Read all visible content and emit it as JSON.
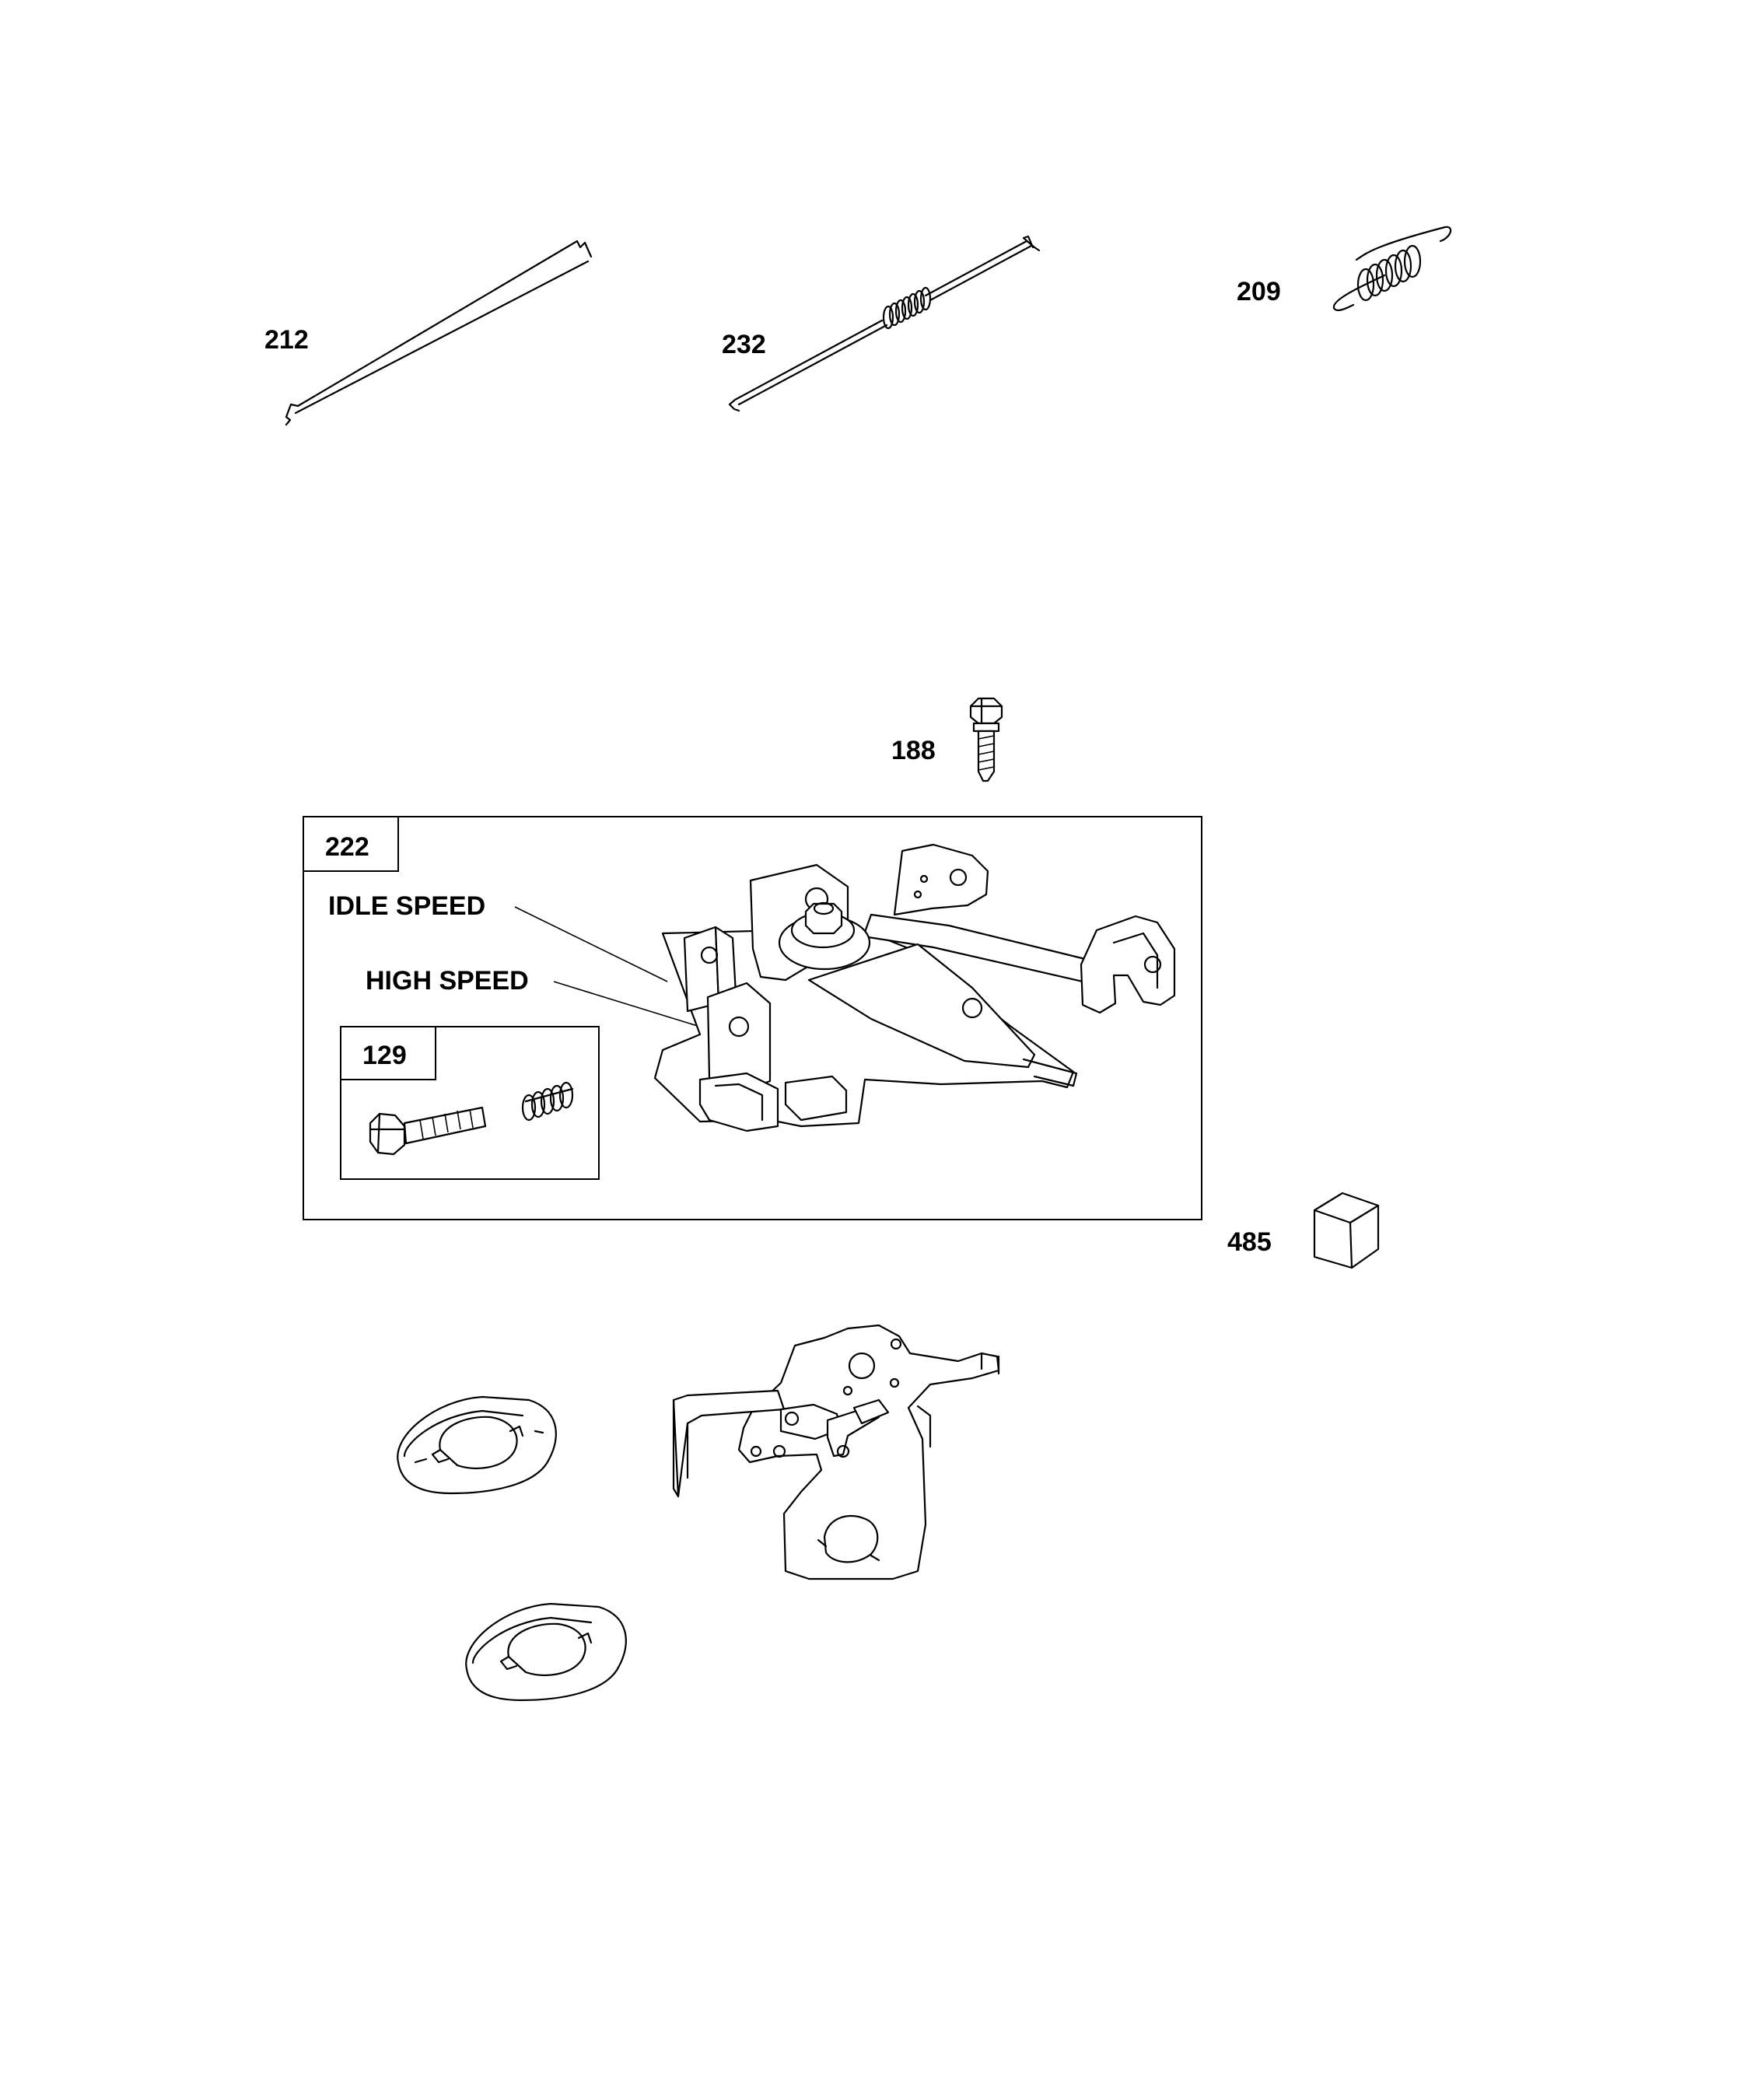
{
  "callouts": {
    "p212": "212",
    "p232": "232",
    "p209": "209",
    "p188": "188",
    "p222": "222",
    "idle": "IDLE SPEED",
    "high": "HIGH SPEED",
    "p129": "129",
    "p485": "485"
  }
}
